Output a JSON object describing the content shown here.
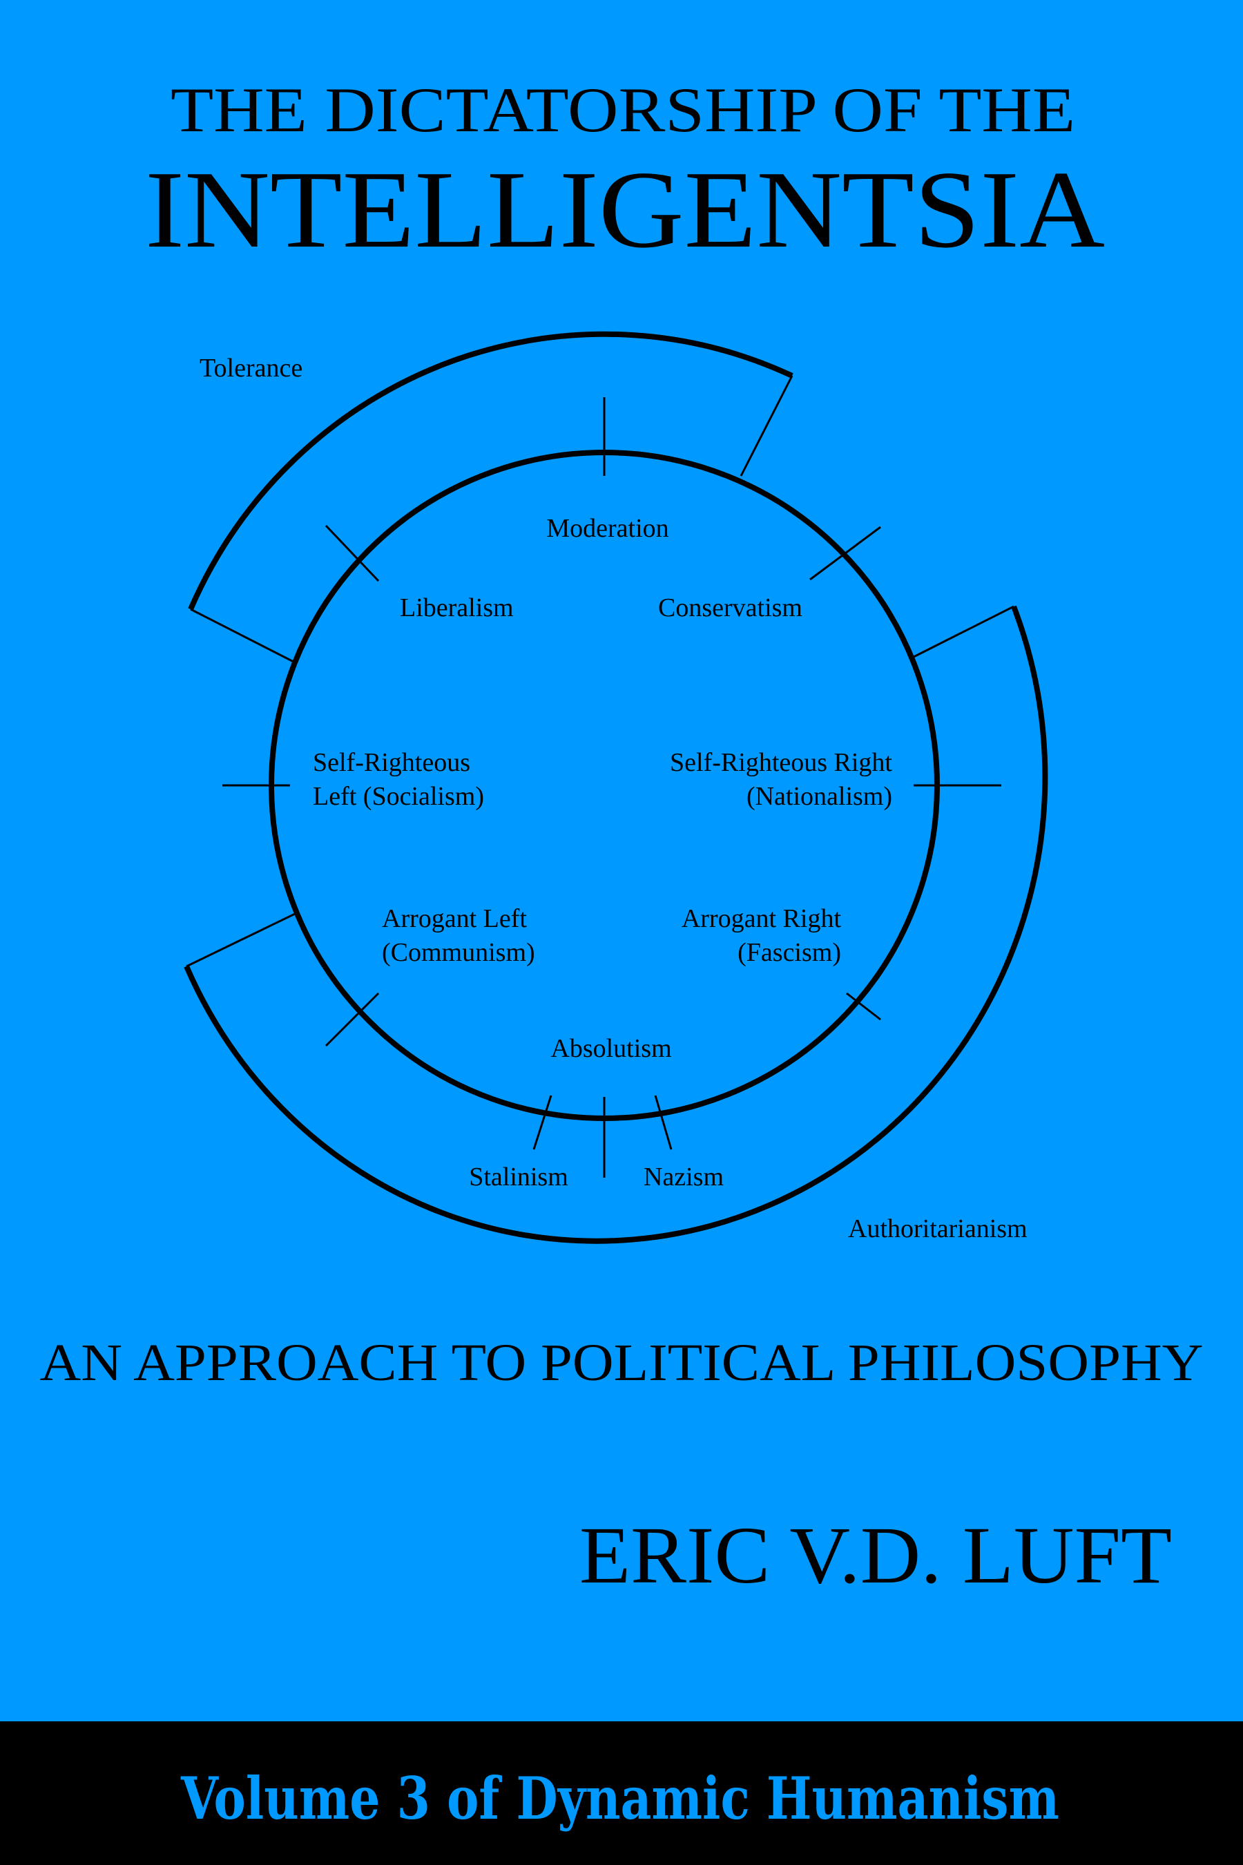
{
  "colors": {
    "background": "#0099FF",
    "band": "#000000",
    "text": "#000000",
    "band_text": "#0099FF"
  },
  "cover": {
    "title_line1": "THE DICTATORSHIP OF THE",
    "title_line2": "INTELLIGENTSIA",
    "subtitle": "AN APPROACH TO POLITICAL PHILOSOPHY",
    "author": "ERIC V.D. LUFT",
    "series": "Volume 3 of Dynamic Humanism"
  },
  "diagram": {
    "outer_top_label": "Tolerance",
    "outer_bottom_label": "Authoritarianism",
    "labels": {
      "moderation": "Moderation",
      "liberalism": "Liberalism",
      "conservatism": "Conservatism",
      "srl_line1": "Self-Righteous",
      "srl_line2": "Left (Socialism)",
      "srr_line1": "Self-Righteous Right",
      "srr_line2": "(Nationalism)",
      "al_line1": "Arrogant Left",
      "al_line2": "(Communism)",
      "ar_line1": "Arrogant Right",
      "ar_line2": "(Fascism)",
      "absolutism": "Absolutism",
      "stalinism": "Stalinism",
      "nazism": "Nazism"
    }
  }
}
